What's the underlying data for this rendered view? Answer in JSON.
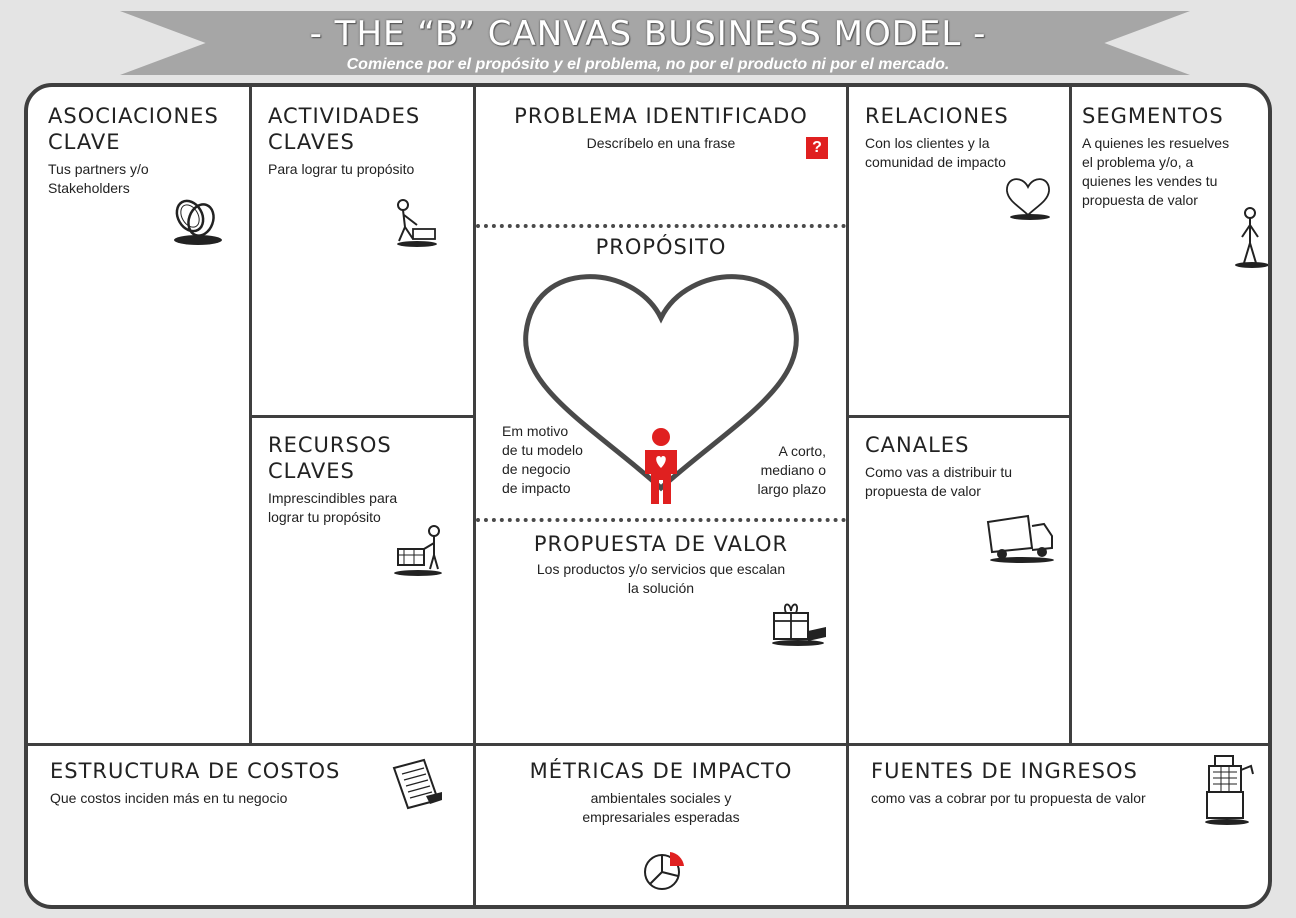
{
  "header": {
    "title": "- THE “B” CANVAS BUSINESS MODEL -",
    "subtitle": "Comience por el propósito y el problema, no por el producto ni por el mercado."
  },
  "blocks": {
    "asociaciones": {
      "title_l1": "ASOCIACIONES",
      "title_l2": "CLAVE",
      "desc_l1": "Tus partners y/o",
      "desc_l2": "Stakeholders"
    },
    "actividades": {
      "title_l1": "ACTIVIDADES",
      "title_l2": "CLAVES",
      "desc": "Para lograr tu propósito"
    },
    "recursos": {
      "title_l1": "RECURSOS",
      "title_l2": "CLAVES",
      "desc_l1": "Imprescindibles para",
      "desc_l2": "lograr tu propósito"
    },
    "problema": {
      "title": "PROBLEMA IDENTIFICADO",
      "desc": "Descríbelo en una frase",
      "badge": "?"
    },
    "proposito": {
      "title": "PROPÓSITO",
      "left_note": [
        "Em motivo",
        "de tu modelo",
        "de negocio",
        "de impacto"
      ],
      "right_note": [
        "A corto,",
        "mediano o",
        "largo plazo"
      ]
    },
    "propuesta": {
      "title": "PROPUESTA DE VALOR",
      "desc_l1": "Los productos y/o servicios que escalan",
      "desc_l2": "la solución"
    },
    "relaciones": {
      "title": "RELACIONES",
      "desc_l1": "Con los clientes y la",
      "desc_l2": "comunidad de impacto"
    },
    "canales": {
      "title": "CANALES",
      "desc_l1": "Como vas a distribuir tu",
      "desc_l2": "propuesta de valor"
    },
    "segmentos": {
      "title": "SEGMENTOS",
      "desc": [
        "A quienes les resuelves",
        "el problema y/o, a",
        "quienes les vendes tu",
        "propuesta de valor"
      ]
    },
    "costos": {
      "title": "ESTRUCTURA DE COSTOS",
      "desc": "Que costos inciden más en tu negocio"
    },
    "metricas": {
      "title": "MÉTRICAS DE IMPACTO",
      "desc_l1": "ambientales sociales y",
      "desc_l2": "empresariales esperadas"
    },
    "ingresos": {
      "title": "FUENTES DE INGRESOS",
      "desc": "como vas a cobrar por tu propuesta de valor"
    }
  },
  "colors": {
    "accent_red": "#e02020",
    "frame": "#3f3f3f",
    "banner": "#a6a6a6",
    "background": "#e4e4e4"
  },
  "icons": [
    "rings-icon",
    "worker-icon",
    "lifter-icon",
    "question-badge",
    "heart-outline-icon",
    "person-heart-icon",
    "gift-package-icon",
    "small-heart-icon",
    "truck-icon",
    "standing-person-icon",
    "document-icon",
    "pie-chart-icon",
    "cash-register-icon"
  ]
}
